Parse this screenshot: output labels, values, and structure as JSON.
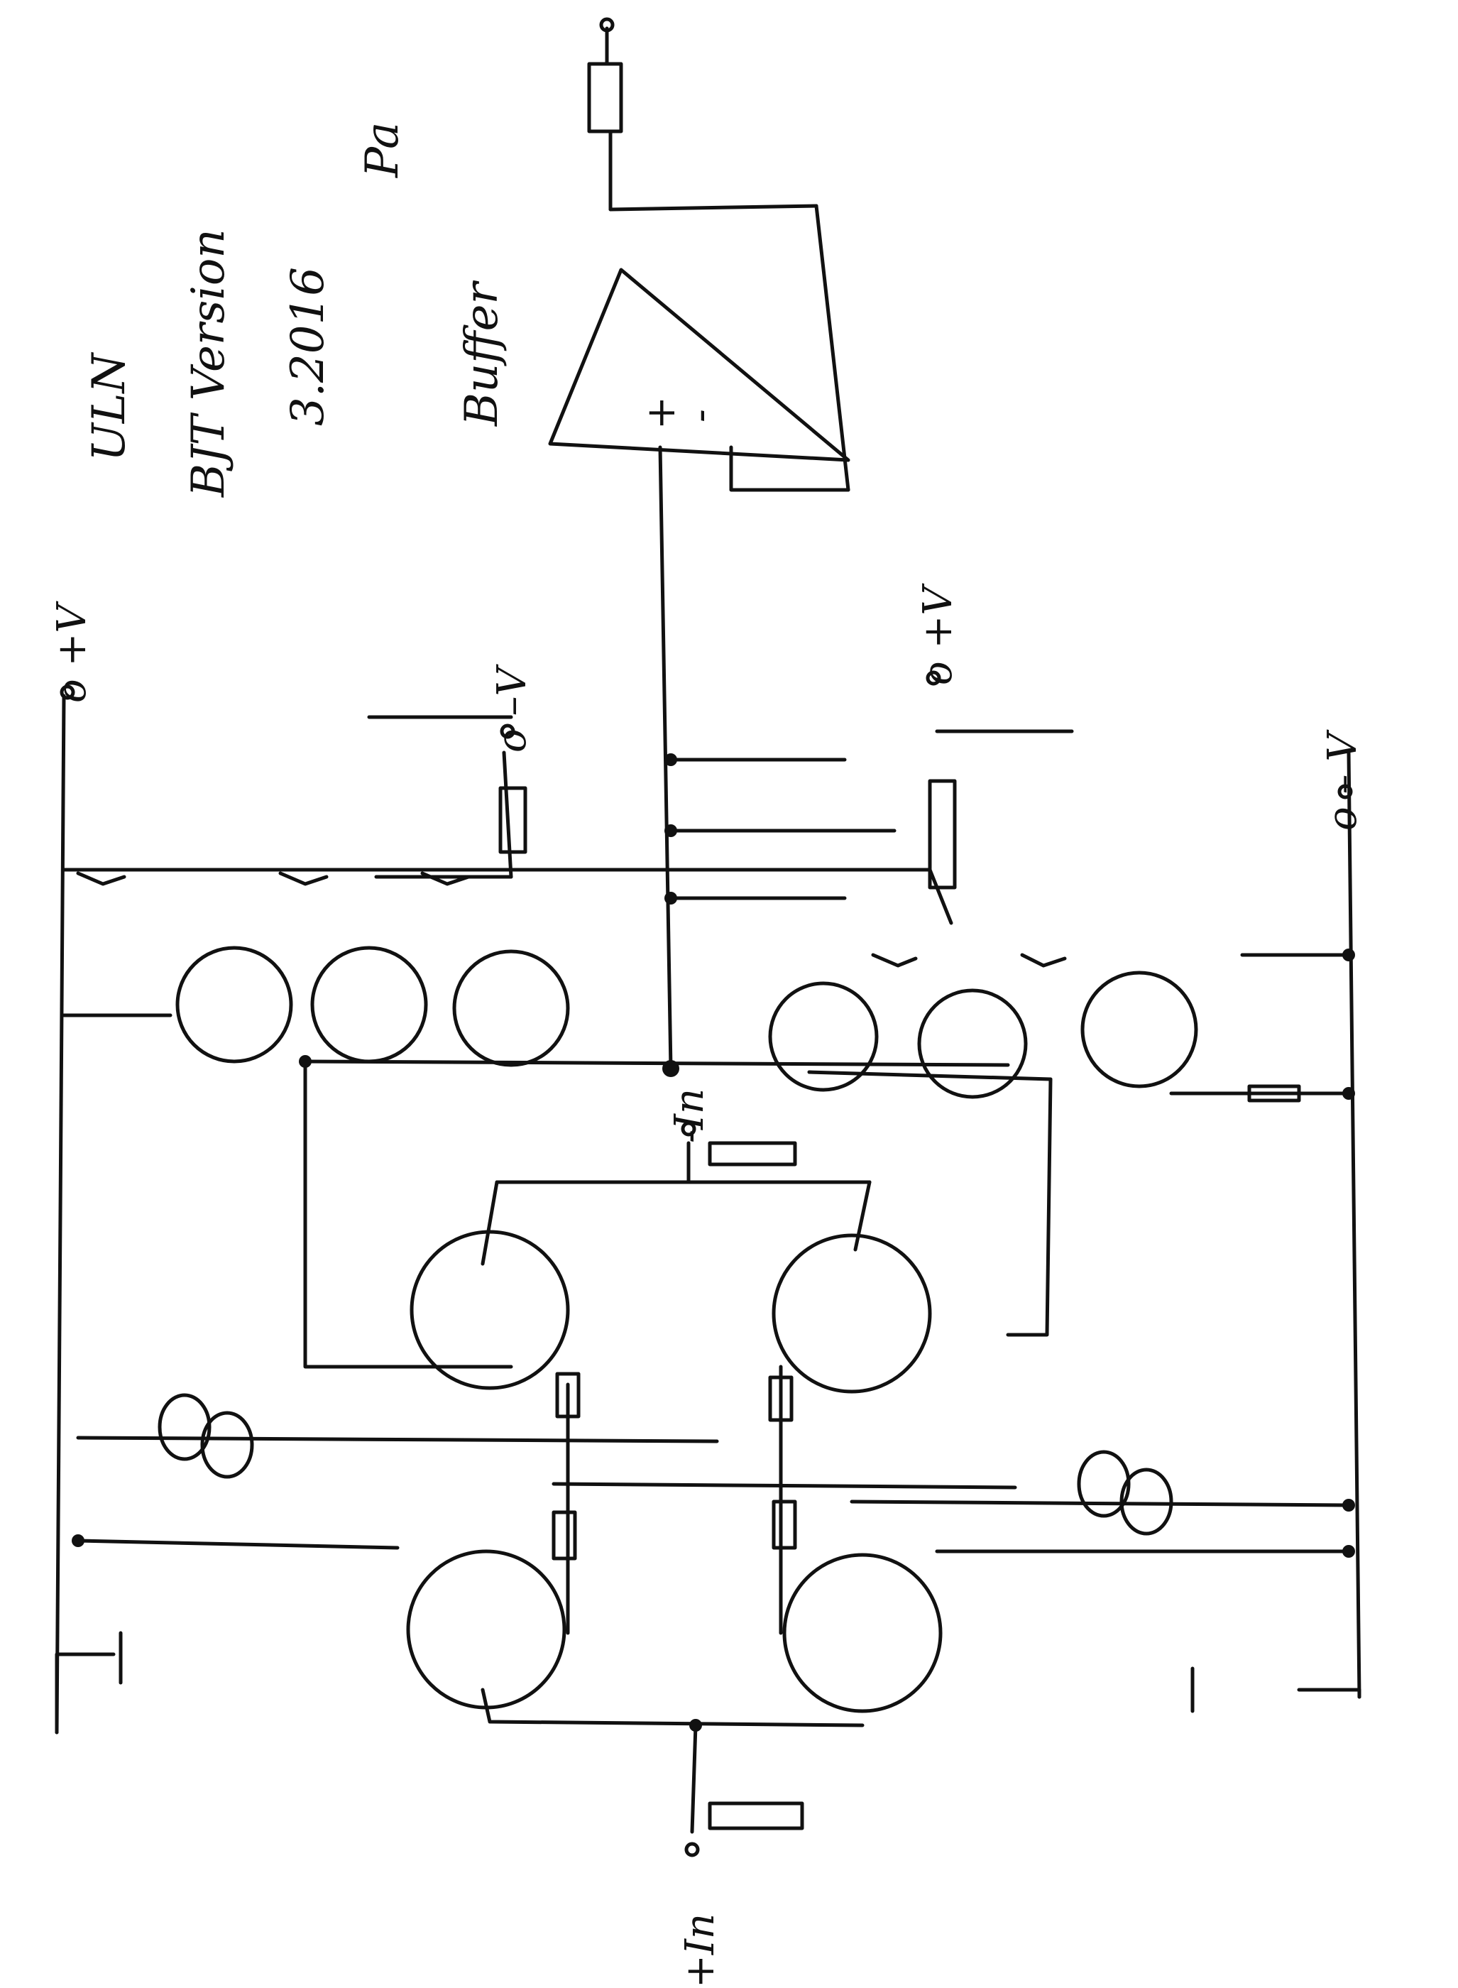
{
  "notes": {
    "line1": "ULN",
    "line2": "BJT Version",
    "line3": "3.2016",
    "signature": "Pa",
    "line4": "Buffer"
  },
  "terminals": {
    "vplus_left": "o +V",
    "vminus_top": "o –V",
    "vplus_right": "o +V",
    "vminus_right": "o – V",
    "input_minus": "-In",
    "input_plus": "+In"
  },
  "opamp": {
    "plus": "+",
    "minus": "-"
  },
  "colors": {
    "ink": "#111111",
    "paper": "#ffffff"
  }
}
